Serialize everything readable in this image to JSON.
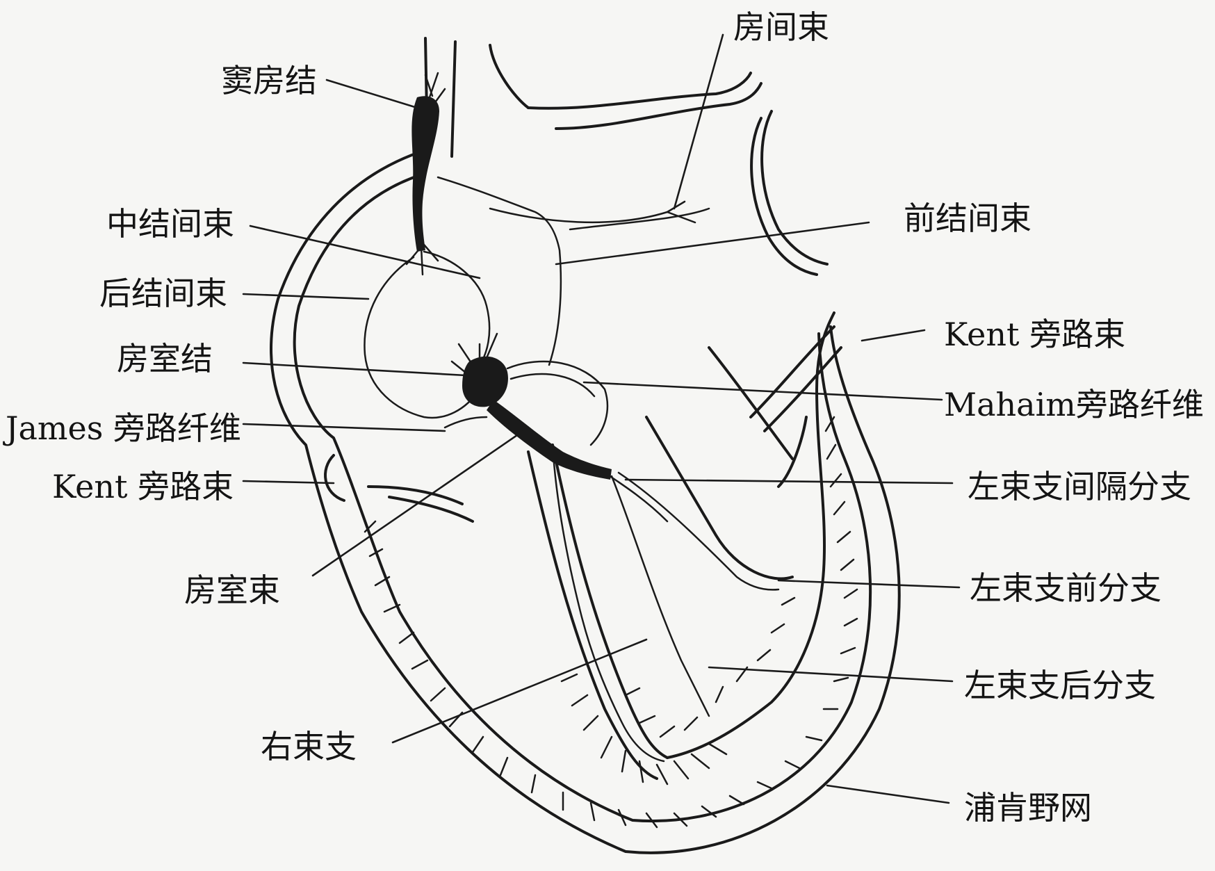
{
  "labels": {
    "sa_node": "窦房结",
    "interatrial_bundle": "房间束",
    "middle_internodal": "中结间束",
    "anterior_internodal": "前结间束",
    "posterior_internodal": "后结间束",
    "av_node": "房室结",
    "kent_right": "Kent 旁路束",
    "james": "James 旁路纤维",
    "mahaim": "Mahaim旁路纤维",
    "kent_left": "Kent 旁路束",
    "lbb_septal": "左束支间隔分支",
    "av_bundle": "房室束",
    "lbb_anterior": "左束支前分支",
    "lbb_posterior": "左束支后分支",
    "right_bundle": "右束支",
    "purkinje": "浦肯野网"
  }
}
